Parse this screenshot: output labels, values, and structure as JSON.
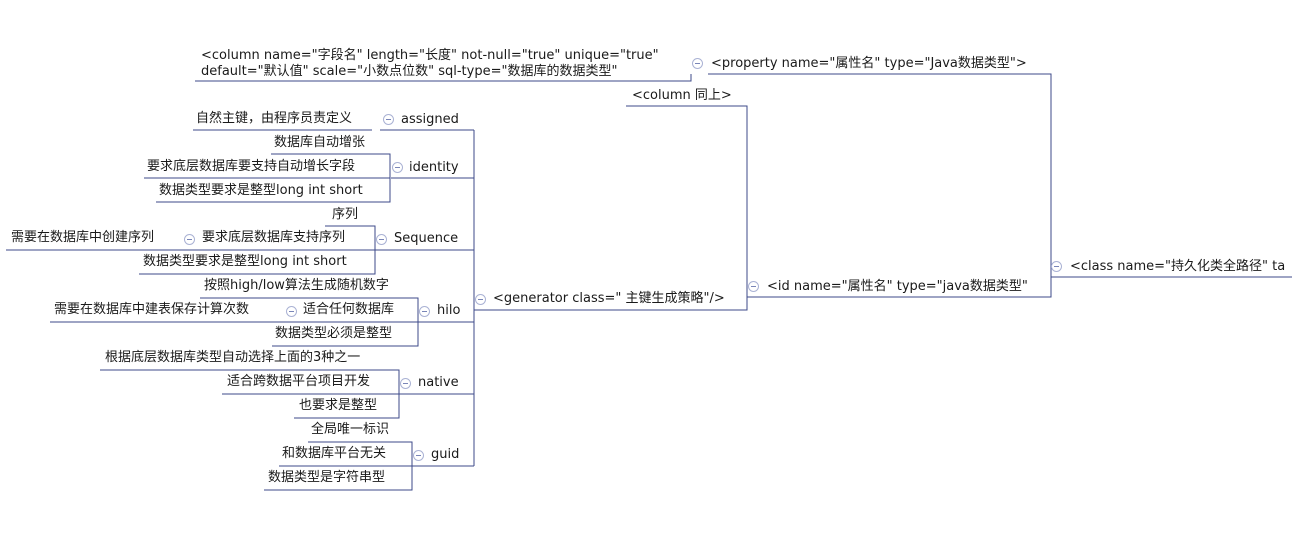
{
  "nodes": {
    "class_root": "<class name=\"持久化类全路径\" ta",
    "property": "<property name=\"属性名\" type=\"Java数据类型\">",
    "column_full": "<column name=\"字段名\" length=\"长度\" not-null=\"true\" unique=\"true\"\ndefault=\"默认值\" scale=\"小数点位数\" sql-type=\"数据库的数据类型\"",
    "id": "<id name=\"属性名\" type=\"java数据类型\"",
    "column_same": "<column 同上>",
    "generator": "<generator class=\" 主键生成策略\"/>",
    "assigned": "assigned",
    "assigned_desc": "自然主键，由程序员责定义",
    "identity": "identity",
    "identity_1": "数据库自动增张",
    "identity_2": "要求底层数据库要支持自动增长字段",
    "identity_3": "数据类型要求是整型long int short",
    "sequence": "Sequence",
    "sequence_1": "序列",
    "sequence_2": "要求底层数据库支持序列",
    "sequence_2a": "需要在数据库中创建序列",
    "sequence_3": "数据类型要求是整型long int short",
    "hilo": "hilo",
    "hilo_1": "按照high/low算法生成随机数字",
    "hilo_2": "适合任何数据库",
    "hilo_2a": "需要在数据库中建表保存计算次数",
    "hilo_3": "数据类型必须是整型",
    "native": "native",
    "native_1": "根据底层数据库类型自动选择上面的3种之一",
    "native_2": "适合跨数据平台项目开发",
    "native_3": "也要求是整型",
    "guid": "guid",
    "guid_1": "全局唯一标识",
    "guid_2": "和数据库平台无关",
    "guid_3": "数据类型是字符串型"
  },
  "colors": {
    "line": "#3c4a8a",
    "toggle": "#7a86b8",
    "text": "#1a1a1a"
  }
}
